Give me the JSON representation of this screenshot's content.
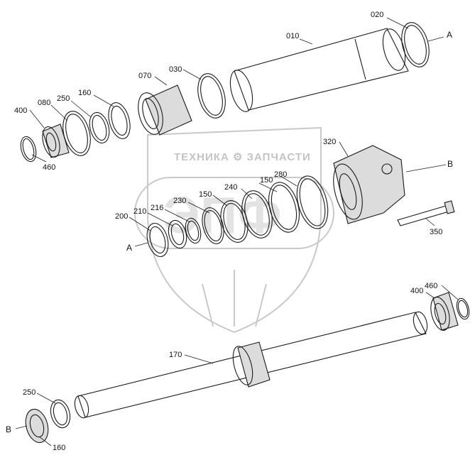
{
  "watermark": {
    "brand_text": "ТЕХНИКА ⚙ ЗАПЧАСТИ",
    "logo_text": "ЭПФ"
  },
  "parts": [
    {
      "id": "010",
      "label": "010"
    },
    {
      "id": "020",
      "label": "020"
    },
    {
      "id": "030",
      "label": "030"
    },
    {
      "id": "070",
      "label": "070"
    },
    {
      "id": "080",
      "label": "080"
    },
    {
      "id": "150a",
      "label": "150"
    },
    {
      "id": "150b",
      "label": "150"
    },
    {
      "id": "160a",
      "label": "160"
    },
    {
      "id": "160b",
      "label": "160"
    },
    {
      "id": "170",
      "label": "170"
    },
    {
      "id": "200",
      "label": "200"
    },
    {
      "id": "210",
      "label": "210"
    },
    {
      "id": "216",
      "label": "216"
    },
    {
      "id": "230",
      "label": "230"
    },
    {
      "id": "240",
      "label": "240"
    },
    {
      "id": "250a",
      "label": "250"
    },
    {
      "id": "250b",
      "label": "250"
    },
    {
      "id": "280",
      "label": "280"
    },
    {
      "id": "320",
      "label": "320"
    },
    {
      "id": "350",
      "label": "350"
    },
    {
      "id": "400a",
      "label": "400"
    },
    {
      "id": "400b",
      "label": "400"
    },
    {
      "id": "460a",
      "label": "460"
    },
    {
      "id": "460b",
      "label": "460"
    }
  ],
  "refs": {
    "a_top": "A",
    "a_left": "A",
    "b_right": "B",
    "b_bottom": "B"
  }
}
